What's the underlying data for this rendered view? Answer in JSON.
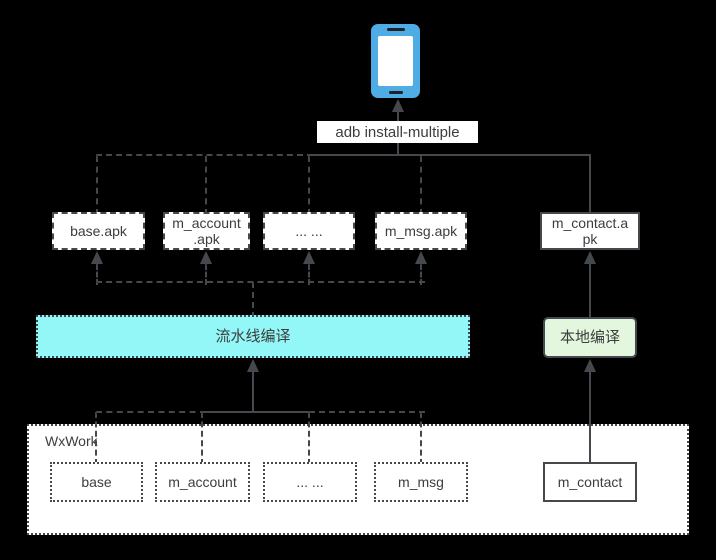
{
  "colors": {
    "background": "#000000",
    "line": "#45494d",
    "text": "#3d3d3d",
    "box-fill": "#ffffff",
    "phone-blue": "#4FACE5",
    "pipeline-fill": "#93F7F7",
    "local-fill": "#E3F7DE"
  },
  "device": {
    "icon": "smartphone-icon"
  },
  "install": {
    "command": "adb install-multiple"
  },
  "apks": {
    "base": "base.apk",
    "account_line1": "m_account",
    "account_line2": ".apk",
    "ellipsis": "... ...",
    "msg": "m_msg.apk",
    "contact_line1": "m_contact.a",
    "contact_line2": "pk"
  },
  "builds": {
    "pipeline": "流水线编译",
    "local": "本地编译"
  },
  "project": {
    "name": "WxWork",
    "modules": {
      "base": "base",
      "account": "m_account",
      "ellipsis": "... ...",
      "msg": "m_msg",
      "contact": "m_contact"
    }
  }
}
